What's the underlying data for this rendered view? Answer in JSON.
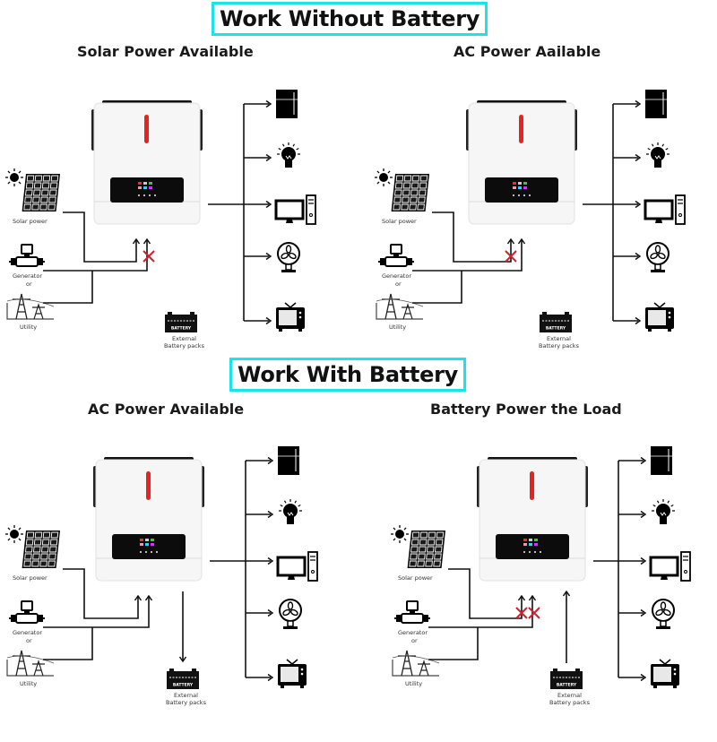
{
  "sections": [
    {
      "title": "Work Without Battery"
    },
    {
      "title": "Work With Battery"
    }
  ],
  "panels": [
    {
      "title": "Solar Power Available",
      "solar_blocked": false,
      "grid_blocked": true,
      "battery_direction": "none"
    },
    {
      "title": "AC Power Aailable",
      "solar_blocked": true,
      "grid_blocked": false,
      "battery_direction": "none"
    },
    {
      "title": "AC Power Available",
      "solar_blocked": false,
      "grid_blocked": false,
      "battery_direction": "charge"
    },
    {
      "title": "Battery Power the Load",
      "solar_blocked": true,
      "grid_blocked": true,
      "battery_direction": "discharge"
    }
  ],
  "labels": {
    "solar": "Solar power",
    "generator": "Generator",
    "or": "or",
    "utility": "Utility",
    "battery_line1": "External",
    "battery_line2": "Battery packs",
    "battery_icon_text": "BATTERY"
  },
  "loads": [
    "refrigerator",
    "light-bulb",
    "computer",
    "fan",
    "television"
  ],
  "colors": {
    "title_border": "#18e4ea",
    "blocked_mark": "#d0222a",
    "indicator": "#e8231f"
  }
}
